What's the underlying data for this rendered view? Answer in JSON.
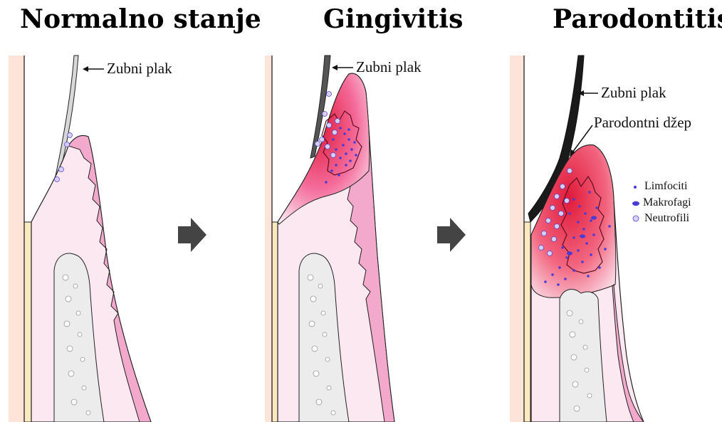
{
  "titles": {
    "normal": "Normalno stanje",
    "gingivitis": "Gingivitis",
    "parodontitis": "Parodontitis"
  },
  "labels": {
    "plaque_normal": "Zubni plak",
    "plaque_gingivitis": "Zubni plak",
    "plaque_parodontitis": "Zubni plak",
    "pocket": "Parodontni džep"
  },
  "legend": {
    "lymphocytes": "Limfociti",
    "macrophages": "Makrofagi",
    "neutrophils": "Neutrofili"
  },
  "colors": {
    "enamel": "#fbe9c0",
    "root_surface": "#fde3d8",
    "gingiva_light": "#fbe8f1",
    "gingiva_pink": "#f2a9cc",
    "gingiva_red": "#e01a3a",
    "bone": "#ececec",
    "cell_blue": "#4b3bd6",
    "arrow": "#444444"
  }
}
